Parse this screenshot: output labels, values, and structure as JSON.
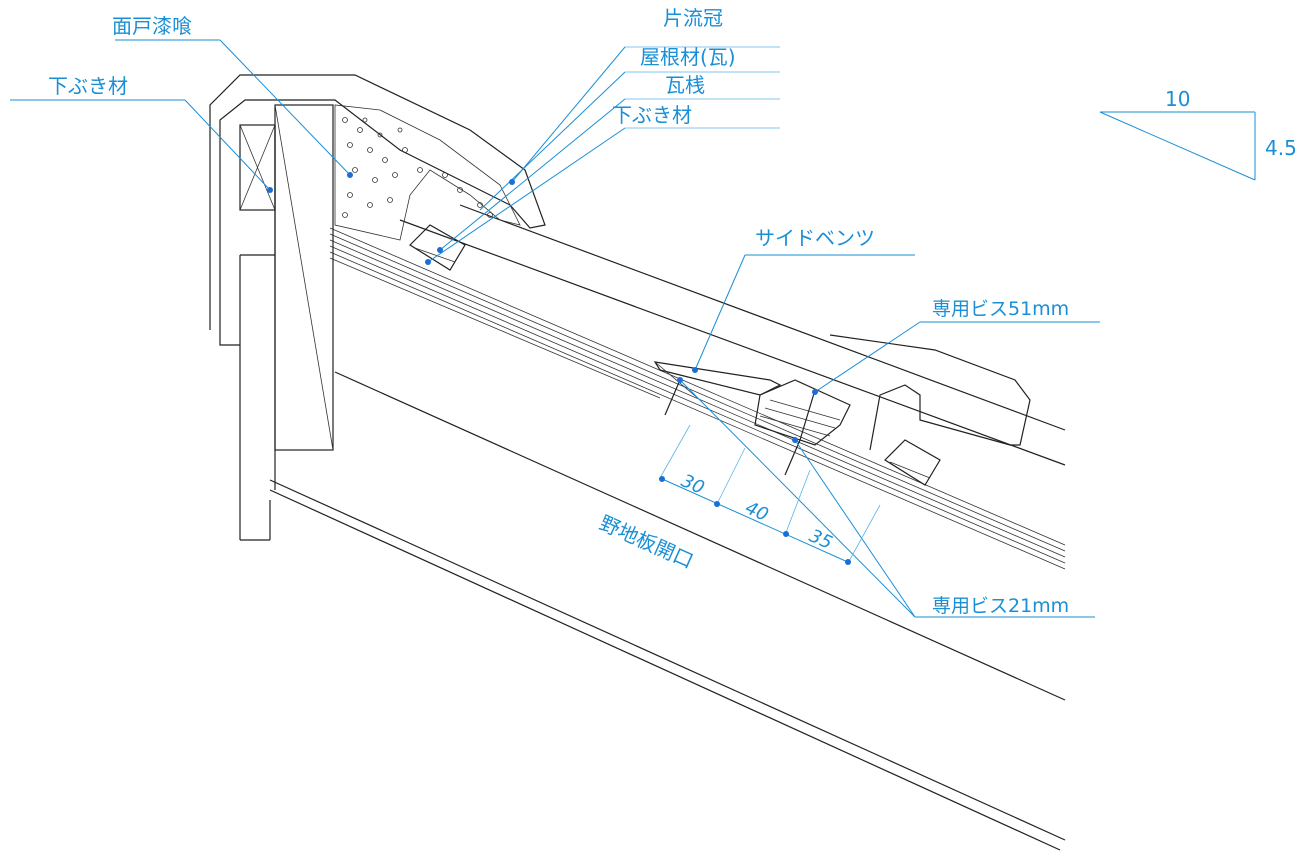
{
  "labels": {
    "mendo_shikkui": "面戸漆喰",
    "shitabuki_left": "下ぶき材",
    "katanagare_kanmuri": "片流冠",
    "yane_zai": "屋根材(瓦)",
    "kawara_san": "瓦桟",
    "shitabuki_right": "下ぶき材",
    "side_vents": "サイドベンツ",
    "screw_51": "専用ビス51mm",
    "screw_21": "専用ビス21mm",
    "noji_ita_kaikou": "野地板開口"
  },
  "dimensions": {
    "d1": "30",
    "d2": "40",
    "d3": "35"
  },
  "slope": {
    "run": "10",
    "rise": "4.5"
  },
  "colors": {
    "annotation": "#1a8fd6",
    "linework": "#222222"
  }
}
